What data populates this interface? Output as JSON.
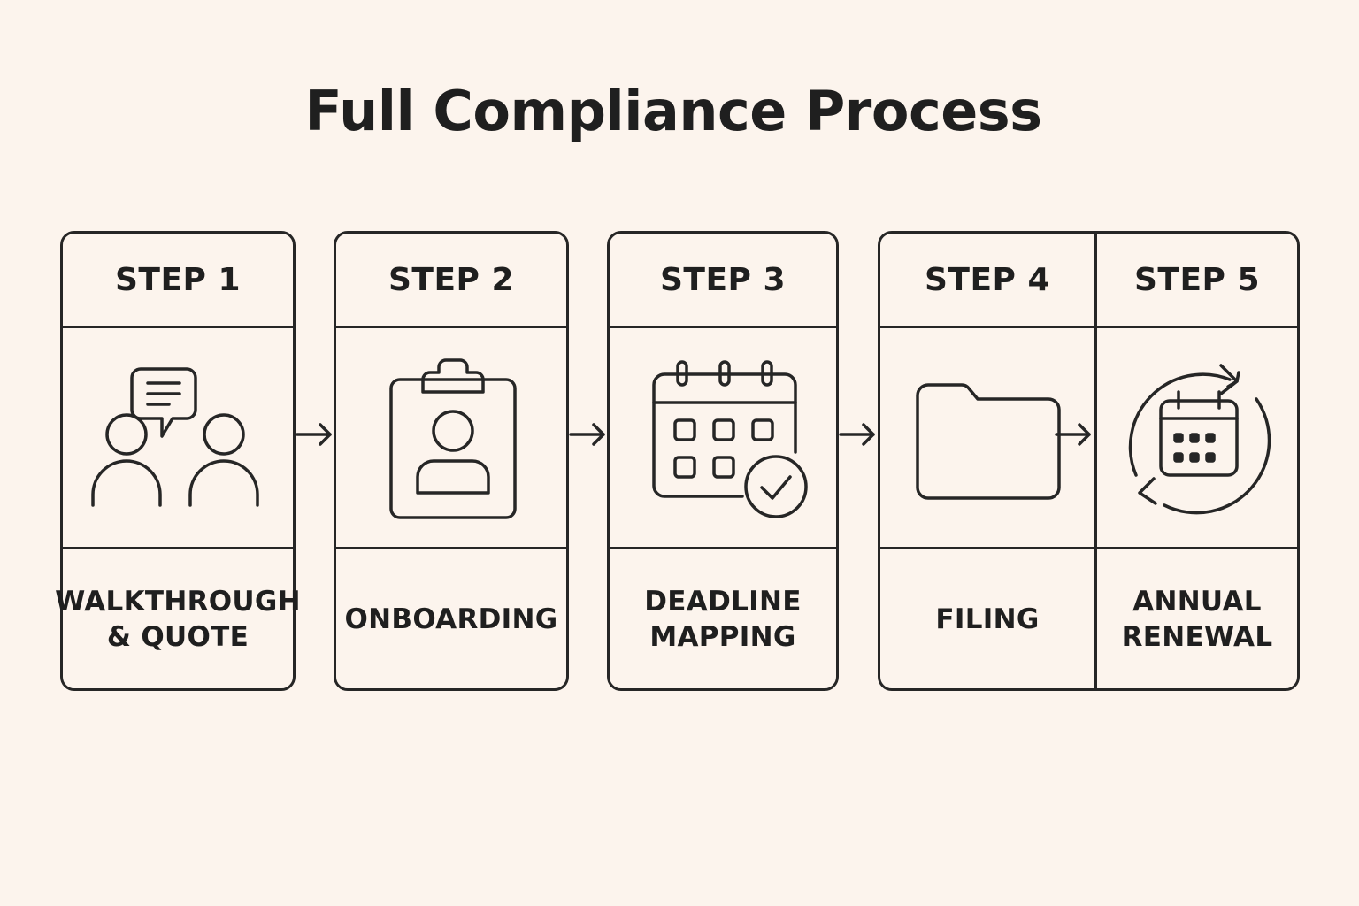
{
  "title": "Full Compliance Process",
  "steps": [
    {
      "label": "STEP 1",
      "name": "WALKTHROUGH\n& QUOTE",
      "icon": "people-chat-icon"
    },
    {
      "label": "STEP 2",
      "name": "ONBOARDING",
      "icon": "clipboard-user-icon"
    },
    {
      "label": "STEP 3",
      "name": "DEADLINE\nMAPPING",
      "icon": "calendar-check-icon"
    },
    {
      "label": "STEP 4",
      "name": "FILING",
      "icon": "folder-icon"
    },
    {
      "label": "STEP 5",
      "name": "ANNUAL\nRENEWAL",
      "icon": "calendar-cycle-icon"
    }
  ],
  "colors": {
    "background": "#fcf4ed",
    "ink": "#262626"
  }
}
